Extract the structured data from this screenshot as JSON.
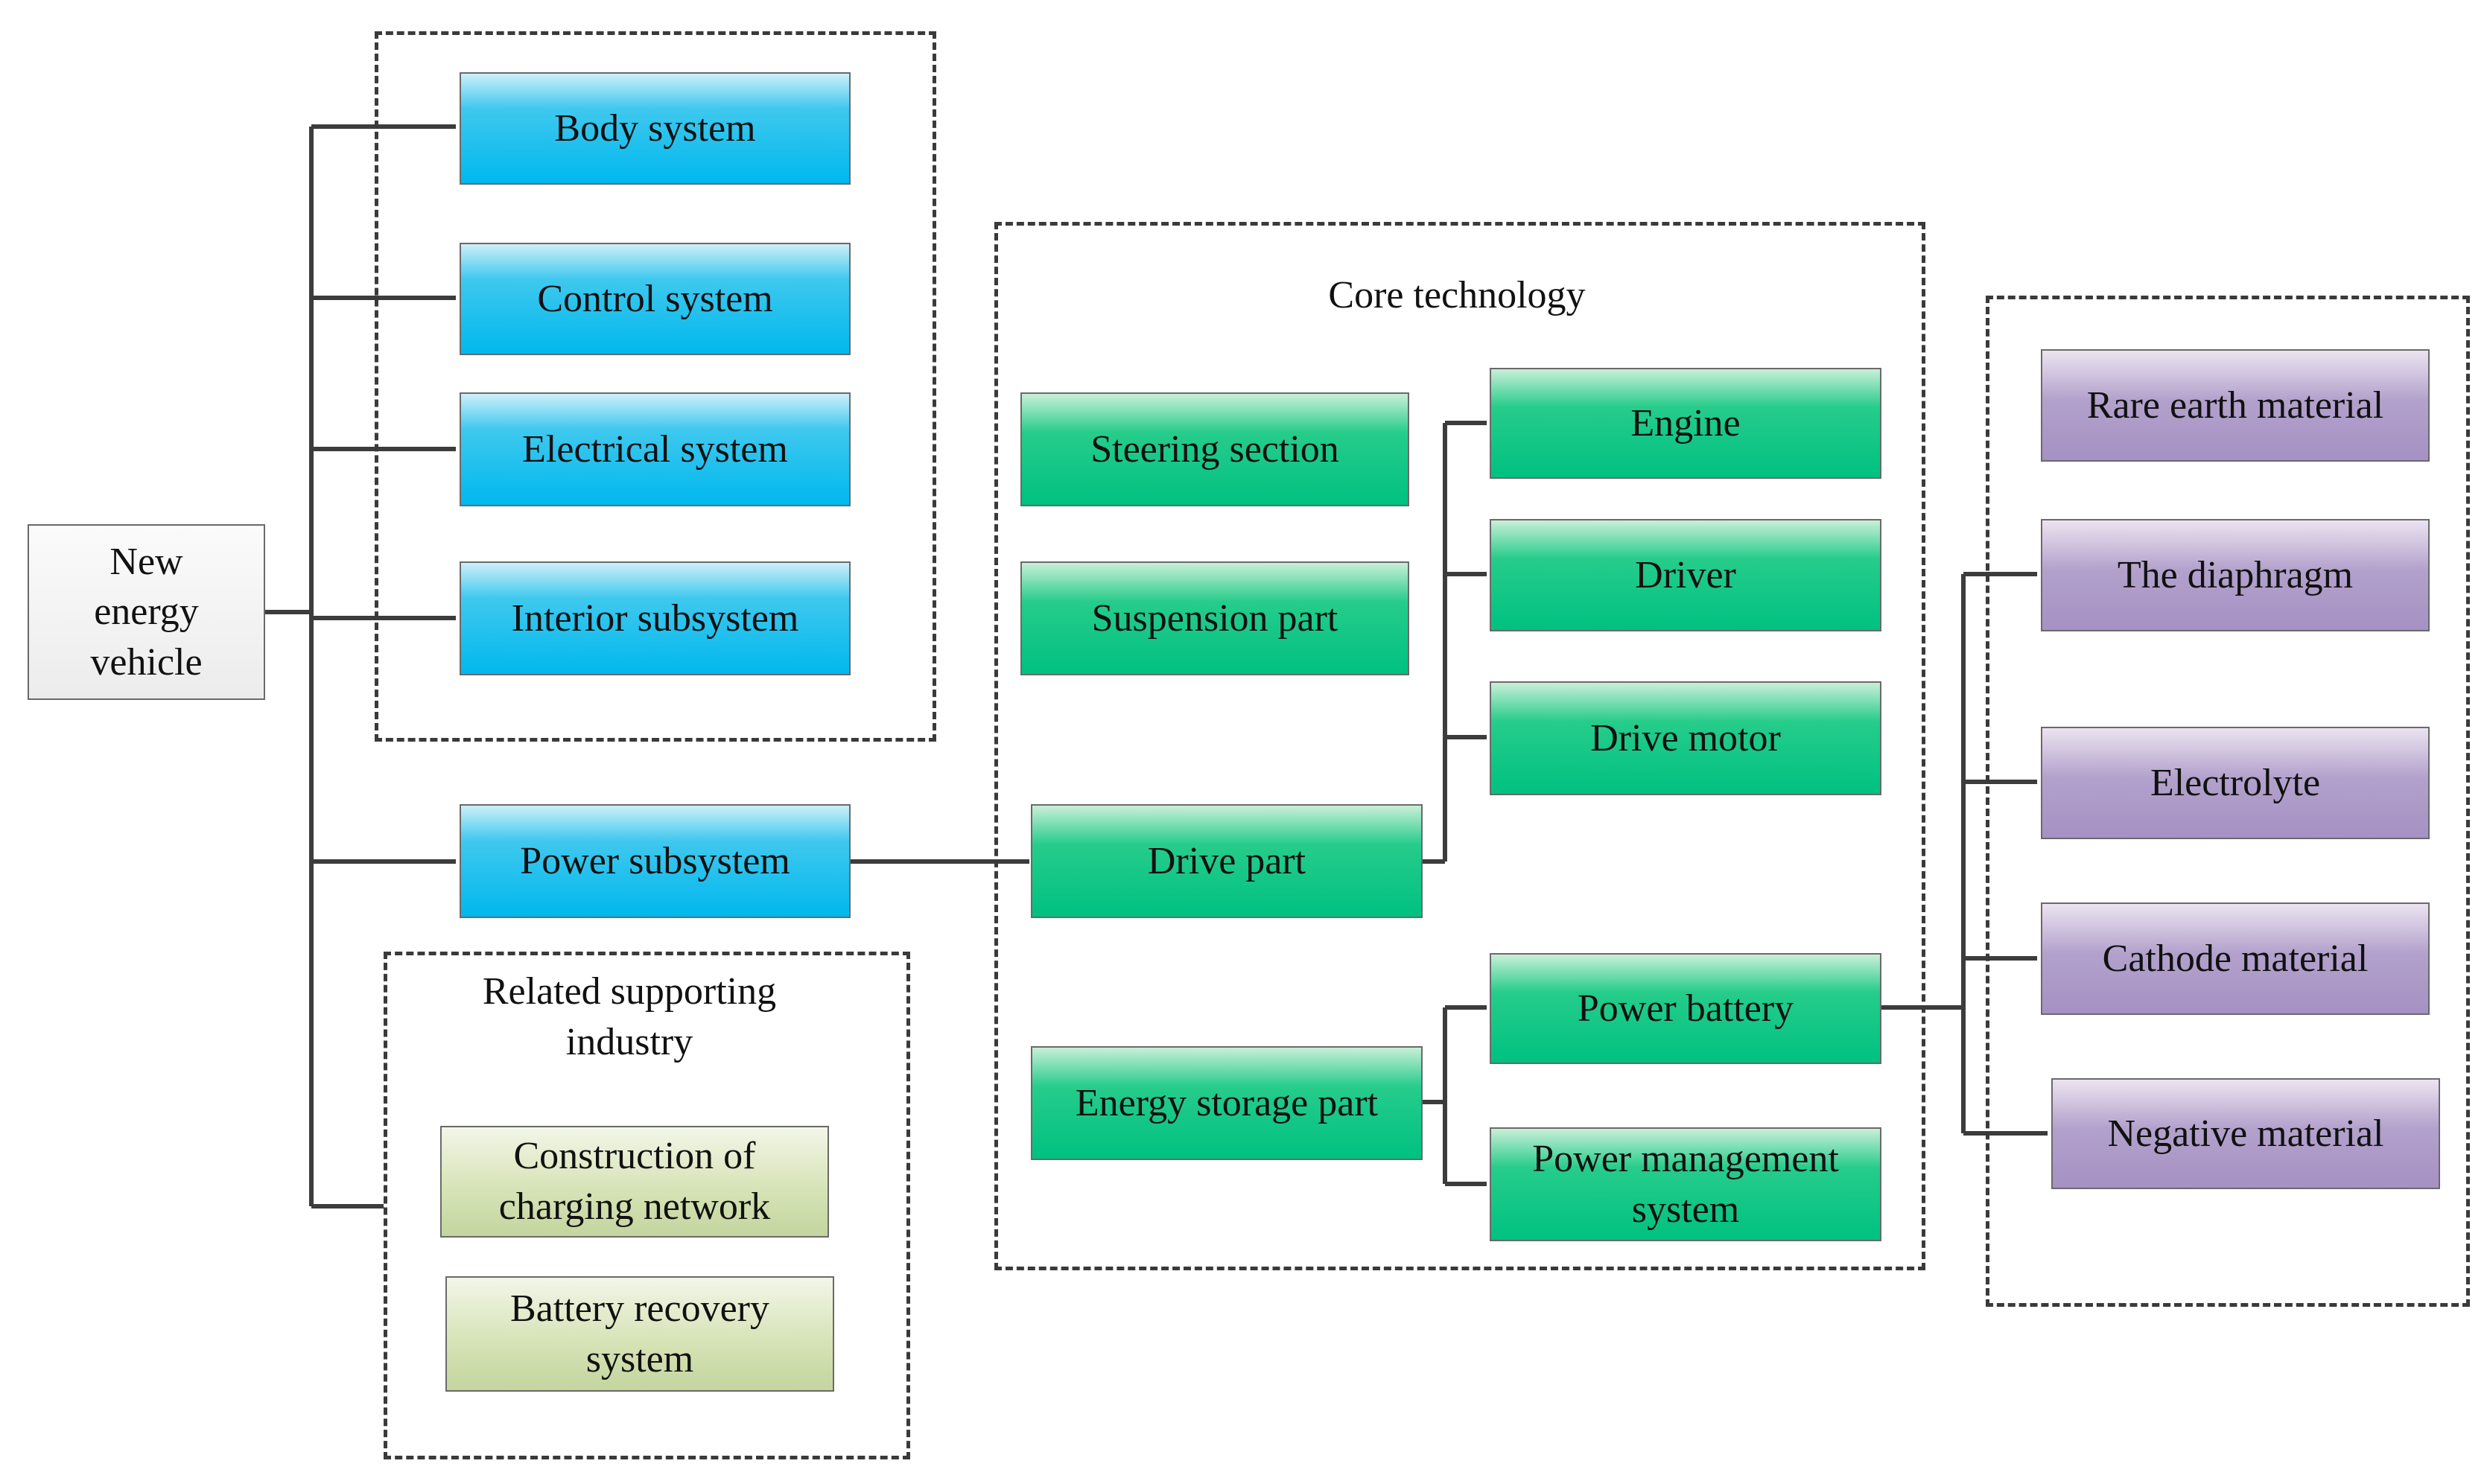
{
  "root": {
    "label": "New\nenergy\nvehicle"
  },
  "vehicle_systems": {
    "body": "Body system",
    "control": "Control system",
    "electrical": "Electrical system",
    "interior": "Interior subsystem",
    "power": "Power subsystem"
  },
  "supporting_industry": {
    "title": "Related supporting\nindustry",
    "charging": "Construction of\ncharging network",
    "recovery": "Battery recovery\nsystem"
  },
  "core_technology": {
    "title": "Core technology",
    "steering": "Steering section",
    "suspension": "Suspension part",
    "drive": "Drive part",
    "energy_storage": "Energy storage part",
    "engine": "Engine",
    "driver": "Driver",
    "drive_motor": "Drive motor",
    "power_battery": "Power battery",
    "power_management": "Power management\nsystem"
  },
  "materials": {
    "rare_earth": "Rare earth material",
    "diaphragm": "The diaphragm",
    "electrolyte": "Electrolyte",
    "cathode": "Cathode material",
    "negative": "Negative material"
  },
  "colors": {
    "vehicle_system_fill": "#00b8ee",
    "core_technology_fill": "#00c181",
    "material_fill": "#a591c3",
    "supporting_fill": "#c4d59e",
    "root_fill": "#f2f2f2",
    "connector": "#3c3c3c"
  }
}
